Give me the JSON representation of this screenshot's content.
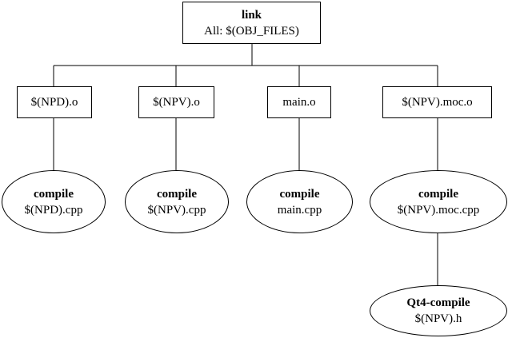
{
  "link": {
    "title": "link",
    "subtitle": "All: $(OBJ_FILES)"
  },
  "objects": [
    {
      "label": "$(NPD).o"
    },
    {
      "label": "$(NPV).o"
    },
    {
      "label": "main.o"
    },
    {
      "label": "$(NPV).moc.o"
    }
  ],
  "compile": [
    {
      "title": "compile",
      "file": "$(NPD).cpp"
    },
    {
      "title": "compile",
      "file": "$(NPV).cpp"
    },
    {
      "title": "compile",
      "file": "main.cpp"
    },
    {
      "title": "compile",
      "file": "$(NPV).moc.cpp"
    }
  ],
  "qt4": {
    "title": "Qt4-compile",
    "file": "$(NPV).h"
  }
}
